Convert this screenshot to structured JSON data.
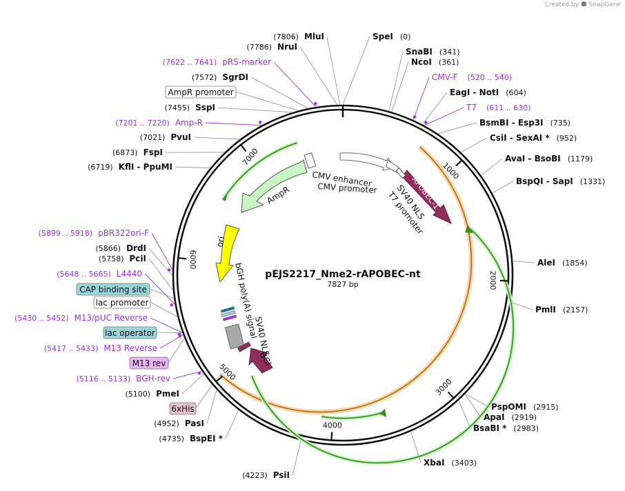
{
  "watermark": {
    "prefix": "Created by",
    "brand": "SnapGene"
  },
  "plasmid": {
    "name": "pEJS2217_Nme2-rAPOBEC-nt",
    "length_label": "7827 bp",
    "length": 7827
  },
  "ticks": [
    "1000",
    "2000",
    "3000",
    "4000",
    "5000",
    "6000",
    "7000"
  ],
  "colors": {
    "primer": "#9b30d9",
    "ampR": "#c8f5c3",
    "ori": "#ffff00",
    "apobec": "#922d60",
    "orange": "#f4a13a",
    "green": "#3d8f1e",
    "gray": "#a9a9ac"
  },
  "sites": [
    {
      "name": "SpeI",
      "pos": "(0)"
    },
    {
      "name": "SnaBI",
      "pos": "(341)"
    },
    {
      "name": "NcoI",
      "pos": "(361)"
    },
    {
      "name": "EagI  -  NotI",
      "pos": "(604)"
    },
    {
      "name": "BsmBI  -  Esp3I",
      "pos": "(735)"
    },
    {
      "name": "CsiI  -  SexAI",
      "star": "*",
      "pos": "(952)"
    },
    {
      "name": "AvaI  -  BsoBI",
      "pos": "(1179)"
    },
    {
      "name": "BspQI  -  SapI",
      "pos": "(1331)"
    },
    {
      "name": "AleI",
      "pos": "(1854)"
    },
    {
      "name": "PmlI",
      "pos": "(2157)"
    },
    {
      "name": "PspOMI",
      "pos": "(2915)"
    },
    {
      "name": "ApaI",
      "pos": "(2919)"
    },
    {
      "name": "BsaBI",
      "star": "*",
      "pos": "(2983)"
    },
    {
      "name": "XbaI",
      "pos": "(3403)"
    },
    {
      "name": "PsiI",
      "pos": "(4223)"
    },
    {
      "name": "BspEI",
      "star": "*",
      "pos": "(4735)"
    },
    {
      "name": "PasI",
      "pos": "(4952)"
    },
    {
      "name": "PmeI",
      "pos": "(5100)"
    },
    {
      "name": "PciI",
      "pos": "(5758)"
    },
    {
      "name": "DrdI",
      "pos": "(5866)"
    },
    {
      "name": "KflI  -  PpuMI",
      "pos": "(6719)"
    },
    {
      "name": "FspI",
      "pos": "(6873)"
    },
    {
      "name": "PvuI",
      "pos": "(7021)"
    },
    {
      "name": "SspI",
      "pos": "(7455)"
    },
    {
      "name": "SgrDI",
      "pos": "(7572)"
    },
    {
      "name": "NruI",
      "pos": "(7786)"
    },
    {
      "name": "MluI",
      "pos": "(7806)"
    }
  ],
  "primers": [
    {
      "name": "CMV-F",
      "range": "(520 .. 540)"
    },
    {
      "name": "T7",
      "range": "(611 .. 630)"
    },
    {
      "name": "pRS-marker",
      "range": "(7622 .. 7641)"
    },
    {
      "name": "Amp-R",
      "range": "(7201 .. 7220)"
    },
    {
      "name": "pBR322ori-F",
      "range": "(5899 .. 5918)"
    },
    {
      "name": "L4440",
      "range": "(5648 .. 5665)"
    },
    {
      "name": "M13/pUC Reverse",
      "range": "(5430 .. 5452)"
    },
    {
      "name": "M13 Reverse",
      "range": "(5417 .. 5433)"
    },
    {
      "name": "BGH-rev",
      "range": "(5116 .. 5133)"
    }
  ],
  "boxed_features": [
    {
      "name": "AmpR promoter",
      "fill": "#ffffff"
    },
    {
      "name": "CAP binding site",
      "fill": "#9bd4d9"
    },
    {
      "name": "lac promoter",
      "fill": "#ffffff"
    },
    {
      "name": "lac operator",
      "fill": "#9bd4d9"
    },
    {
      "name": "M13 rev",
      "fill": "#e6b3f5"
    },
    {
      "name": "6xHis",
      "fill": "#e6c0c8"
    }
  ],
  "inner_labels": {
    "cmv_enhancer": "CMV enhancer",
    "cmv_promoter": "CMV promoter",
    "apobec": "APOBEC-1",
    "sv40_nls_top": "SV40 NLS",
    "t7_promoter": "T7 promoter",
    "ampr": "AmpR",
    "ori": "ori",
    "bgh": "bGH poly(A) signal",
    "sv40_nls_bottom": "SV40 NLS",
    "ugi": "UGI"
  }
}
